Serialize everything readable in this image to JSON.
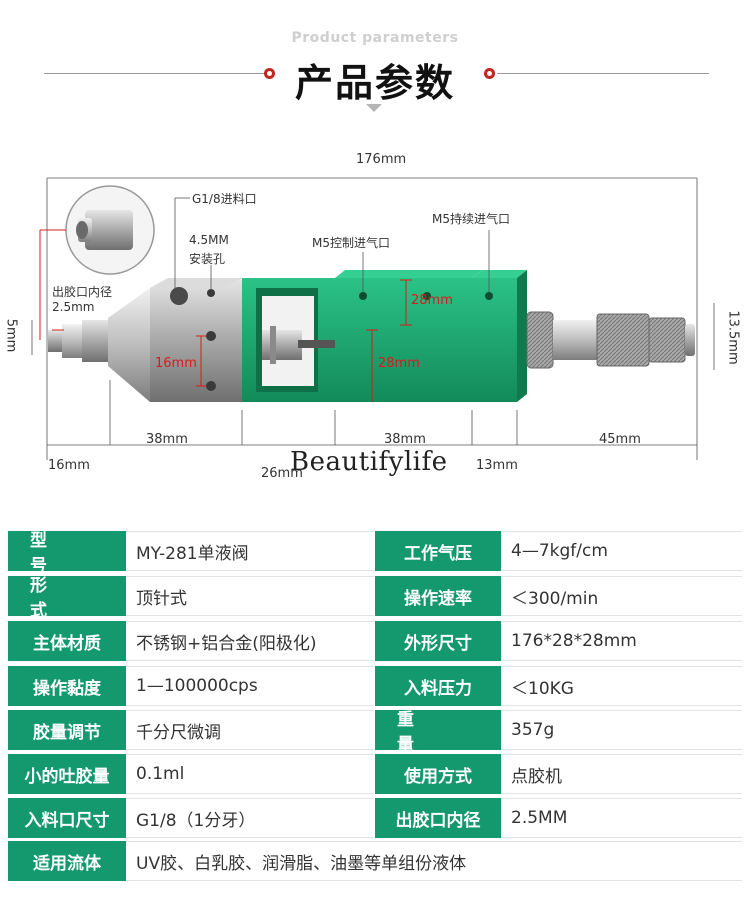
{
  "header": {
    "subtitle": "Product parameters",
    "title": "产品参数"
  },
  "diagram": {
    "dims": {
      "total": "176mm",
      "d16": "16mm",
      "d38a": "38mm",
      "d26": "26mm",
      "d38b": "38mm",
      "d13": "13mm",
      "d45": "45mm",
      "h5": "5mm",
      "h13_5": "13.5mm",
      "h28a": "28mm",
      "h28b": "28mm",
      "h16": "16mm"
    },
    "labels": {
      "inlet": "G1/8进料口",
      "mount_l1": "4.5MM",
      "mount_l2": "安装孔",
      "ctrl_air": "M5控制进气口",
      "cont_air": "M5持续进气口",
      "outlet_l1": "出胶口内径",
      "outlet_l2": "2.5mm"
    },
    "watermark": "Beautifylife",
    "colors": {
      "body": "#1aa56e",
      "steel": "#b8b8b8",
      "dim": "#d61c1c"
    }
  },
  "spec": {
    "rows": [
      {
        "k1": "型 号",
        "v1": "MY-281单液阀",
        "k2": "工作气压",
        "v2": "4—7kgf/cm"
      },
      {
        "k1": "形 式",
        "v1": "顶针式",
        "k2": "操作速率",
        "v2": "＜300/min"
      },
      {
        "k1": "主体材质",
        "v1": "不锈钢+铝合金(阳极化)",
        "k2": "外形尺寸",
        "v2": "176*28*28mm"
      },
      {
        "k1": "操作黏度",
        "v1": "1—100000cps",
        "k2": "入料压力",
        "v2": "＜10KG"
      },
      {
        "k1": "胶量调节",
        "v1": "千分尺微调",
        "k2": "重 量",
        "v2": "357g"
      },
      {
        "k1": "小的吐胶量",
        "v1": "0.1ml",
        "k2": "使用方式",
        "v2": "点胶机"
      },
      {
        "k1": "入料口尺寸",
        "v1": "G1/8（1分牙）",
        "k2": "出胶口内径",
        "v2": "2.5MM"
      }
    ],
    "last": {
      "k": "适用流体",
      "v": "UV胶、白乳胶、润滑脂、油墨等单组份液体"
    },
    "colors": {
      "key_bg": "#14986e"
    }
  }
}
